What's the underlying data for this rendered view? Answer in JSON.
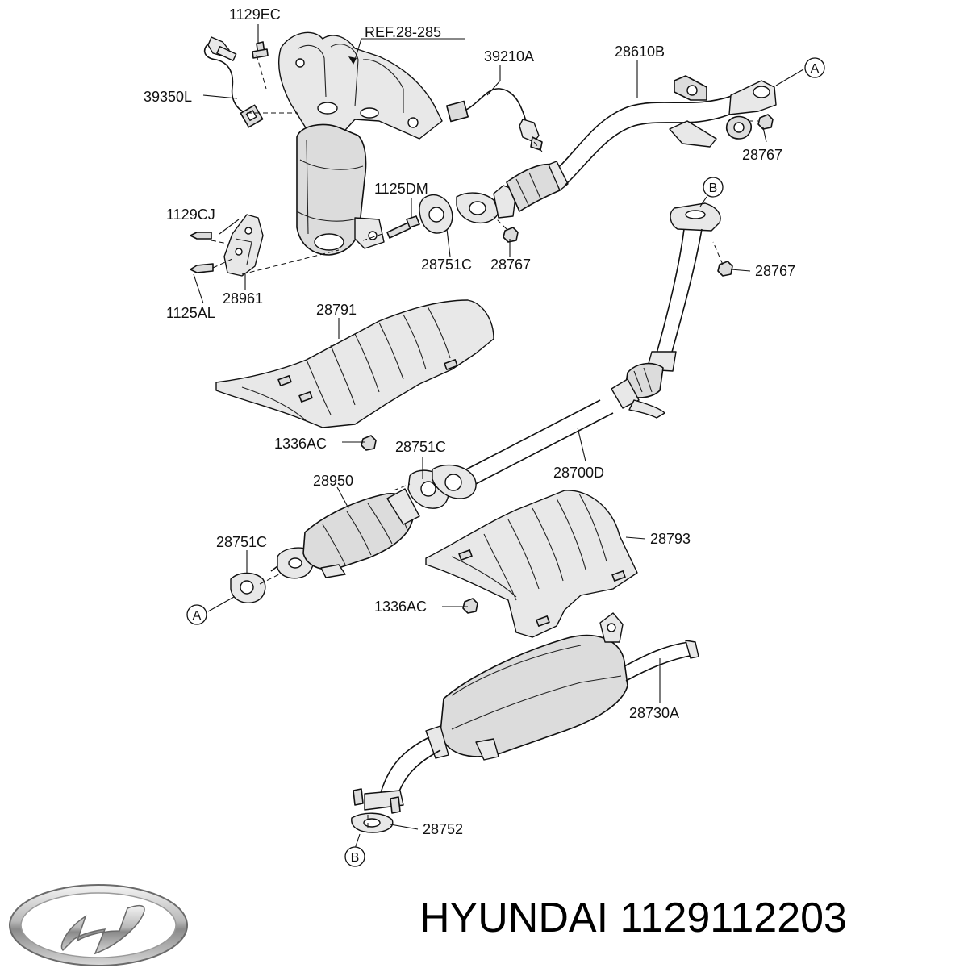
{
  "diagram": {
    "labels": {
      "p1129EC": "1129EC",
      "ref28285": "REF.28-285",
      "p39210A": "39210A",
      "p28610B": "28610B",
      "p39350L": "39350L",
      "p28767a": "28767",
      "p1125DM": "1125DM",
      "p1129CJ": "1129CJ",
      "p28751Ca": "28751C",
      "p28767b": "28767",
      "p28767c": "28767",
      "p28961": "28961",
      "p1125AL": "1125AL",
      "p28791": "28791",
      "p1336ACa": "1336AC",
      "p28751Cb": "28751C",
      "p28950": "28950",
      "p28700D": "28700D",
      "p28751Cc": "28751C",
      "p28793": "28793",
      "p1336ACb": "1336AC",
      "p28730A": "28730A",
      "p28752": "28752"
    },
    "refs": {
      "a_top": "A",
      "b_top": "B",
      "a_bottom": "A",
      "b_bottom": "B"
    }
  },
  "footer": {
    "brand": "HYUNDAI",
    "part_number": "1129112203"
  }
}
